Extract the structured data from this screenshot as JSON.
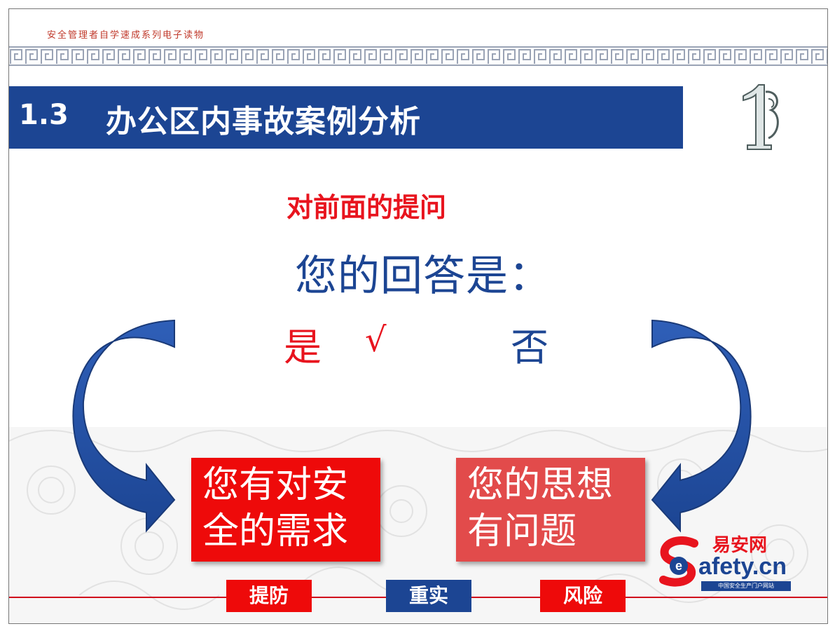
{
  "header": {
    "series_caption": "安全管理者自学速成系列电子读物"
  },
  "title": {
    "number": "1.3",
    "text": "办公区内事故案例分析"
  },
  "content": {
    "prompt": "对前面的提问",
    "question": "您的回答是：",
    "yes_label": "是",
    "yes_check": "√",
    "no_label": "否",
    "left_box": "您有对安全的需求",
    "right_box": "您的思想有问题"
  },
  "keywords": [
    "提防",
    "重实",
    "风险"
  ],
  "logo": {
    "cn_name": "易安网",
    "word": "afety.cn",
    "tagline": "中国安全生产门户网站"
  },
  "colors": {
    "title_bar": "#1c4593",
    "accent_red": "#e8141e",
    "accent_blue": "#1c4593"
  }
}
